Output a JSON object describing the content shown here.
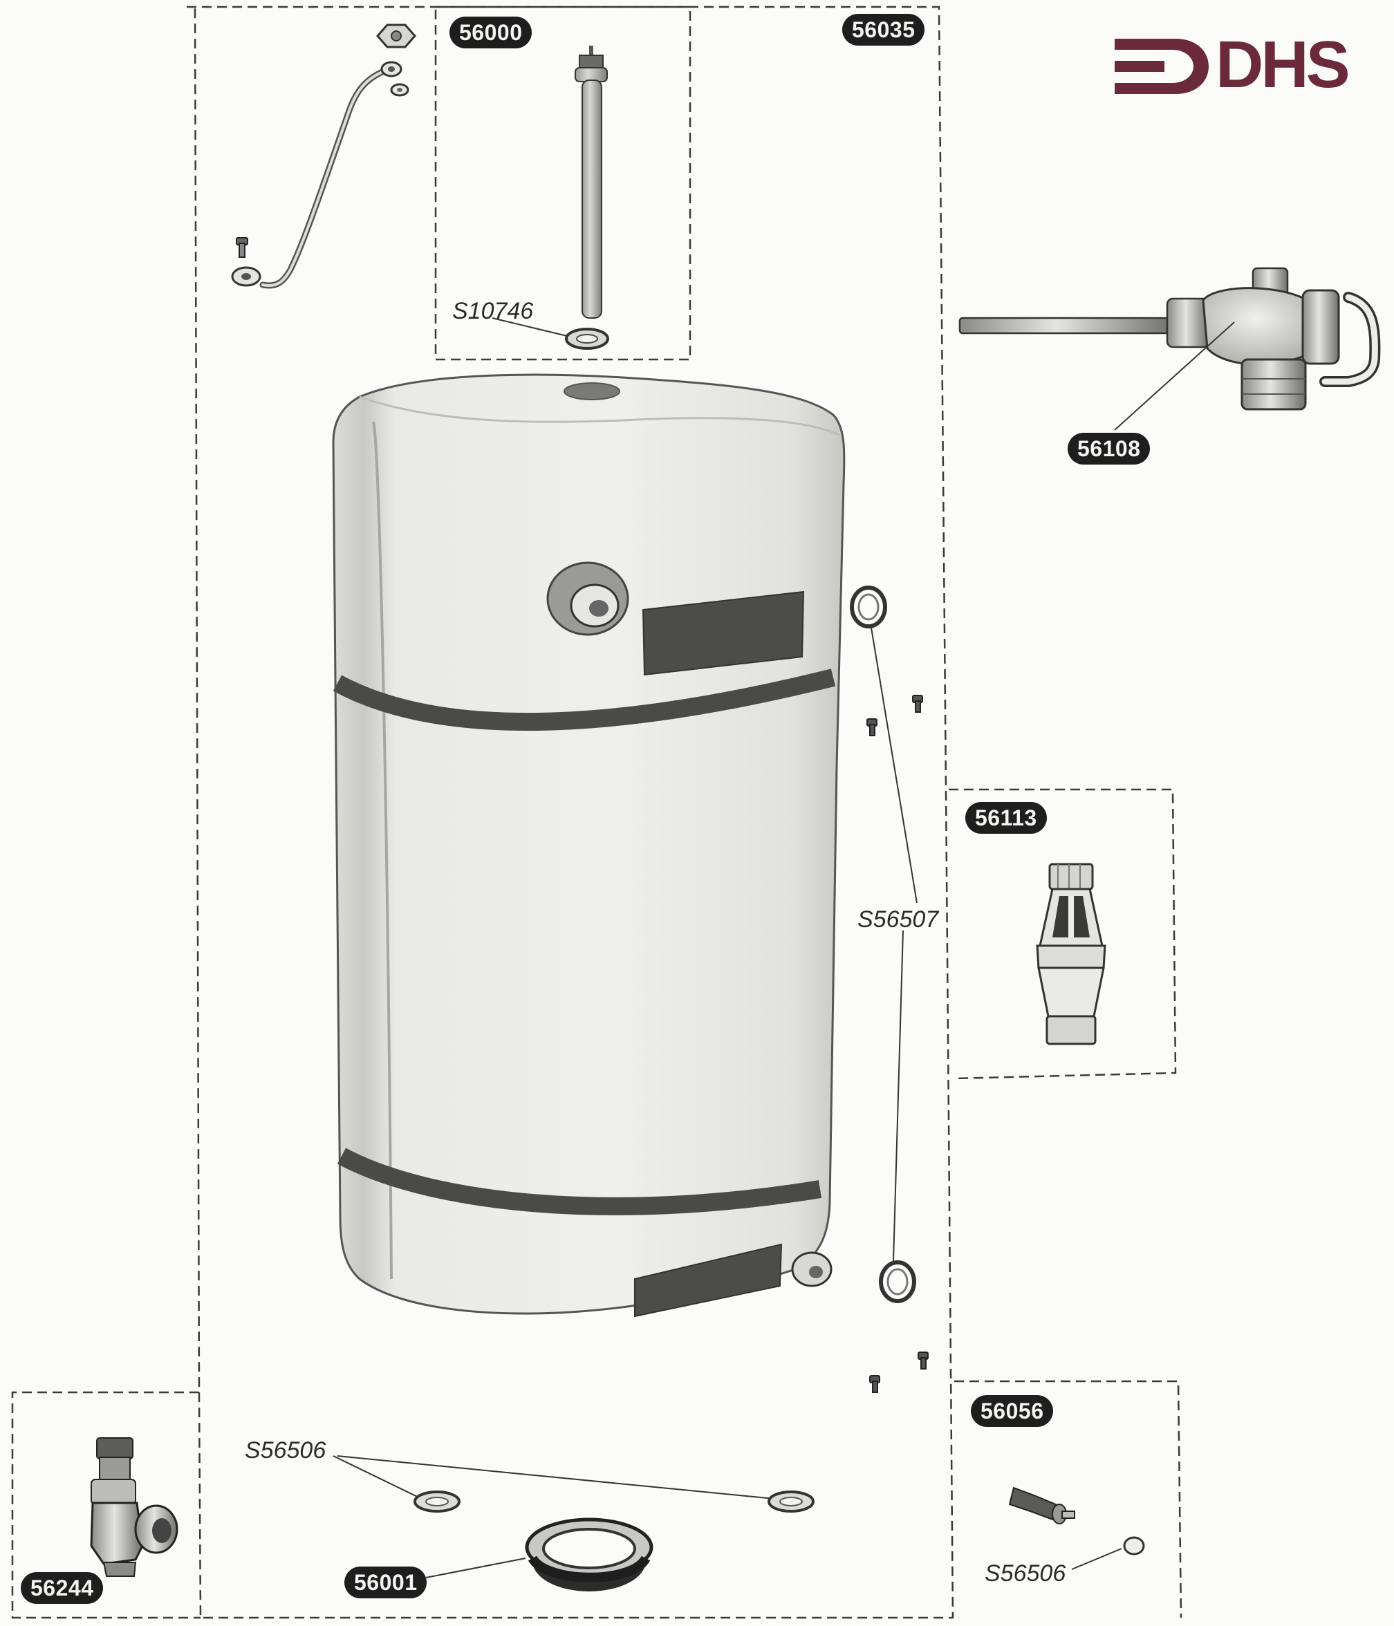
{
  "colors": {
    "brand": "#6b2a3a",
    "tag_bg": "#1e1e1e",
    "tag_text": "#f4f4f0",
    "line": "#3a3a3a"
  },
  "logo": {
    "text": "DHS"
  },
  "tags": {
    "t56000": "56000",
    "t56035": "56035",
    "t56108": "56108",
    "t56113": "56113",
    "t56056": "56056",
    "t56244": "56244",
    "t56001": "56001"
  },
  "labels": {
    "s10746": "S10746",
    "s56507": "S56507",
    "s56506a": "S56506",
    "s56506b": "S56506"
  }
}
